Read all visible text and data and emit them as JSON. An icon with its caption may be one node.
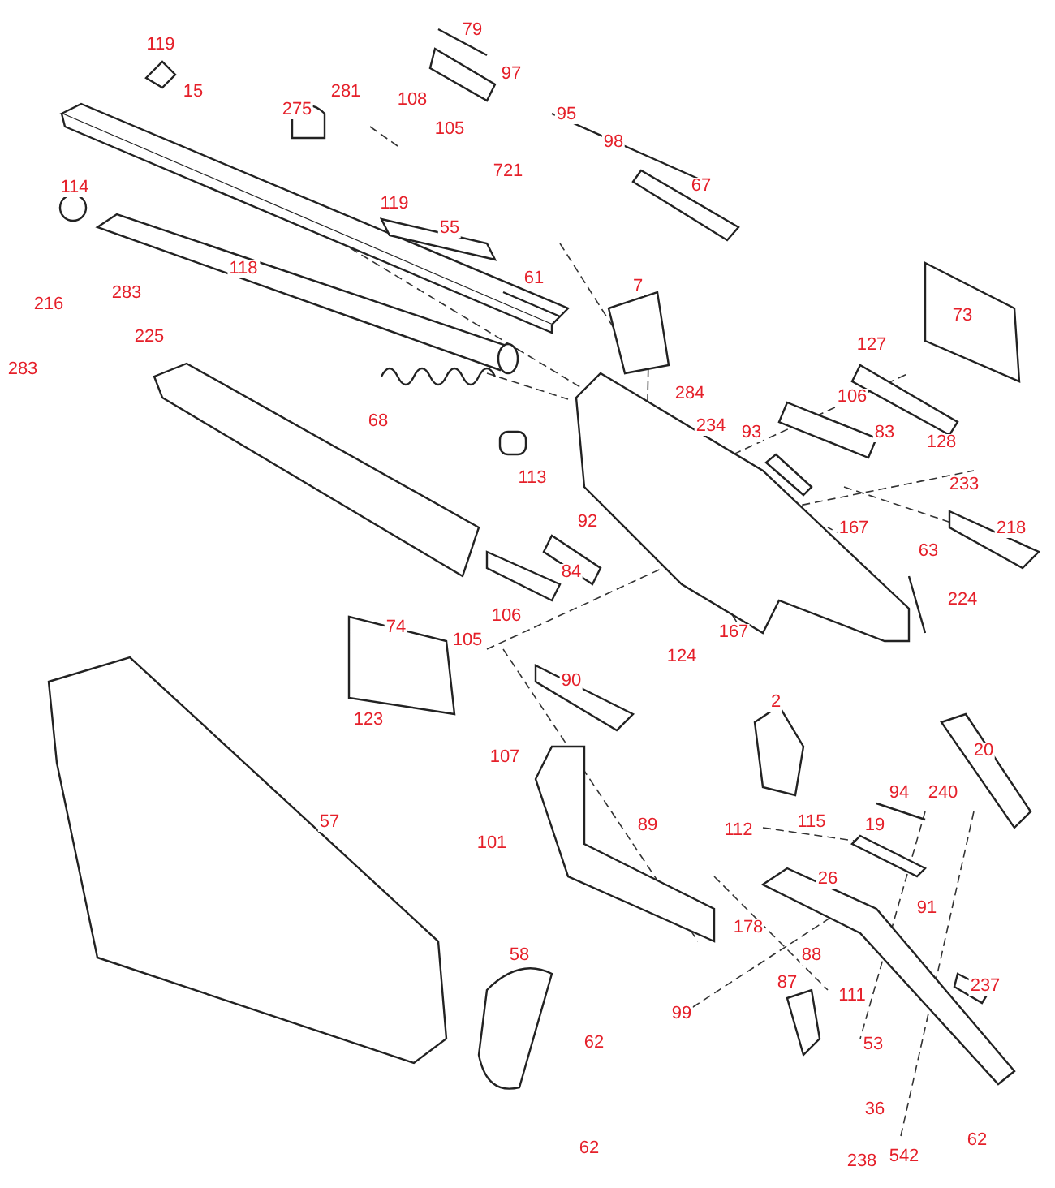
{
  "diagram": {
    "labels": [
      "119",
      "15",
      "275",
      "281",
      "79",
      "97",
      "108",
      "105",
      "95",
      "721",
      "98",
      "67",
      "114",
      "119",
      "55",
      "118",
      "61",
      "7",
      "73",
      "216",
      "283",
      "283",
      "225",
      "127",
      "106",
      "284",
      "234",
      "93",
      "83",
      "128",
      "68",
      "113",
      "233",
      "218",
      "92",
      "167",
      "63",
      "84",
      "224",
      "106",
      "167",
      "124",
      "74",
      "105",
      "90",
      "2",
      "20",
      "123",
      "107",
      "94",
      "240",
      "19",
      "115",
      "112",
      "57",
      "89",
      "101",
      "26",
      "91",
      "178",
      "58",
      "88",
      "237",
      "87",
      "111",
      "99",
      "62",
      "53",
      "36",
      "62",
      "238",
      "542",
      "62"
    ]
  }
}
